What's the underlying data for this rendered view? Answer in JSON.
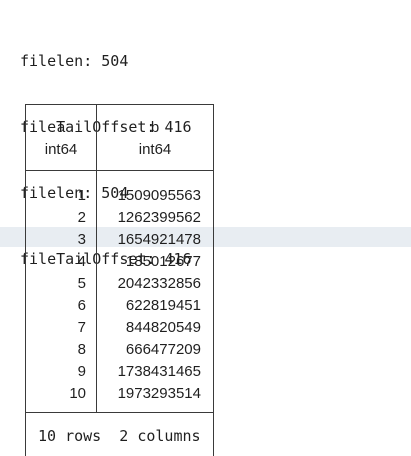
{
  "log_lines": [
    "filelen: 504",
    "fileTailOffset: 416",
    "filelen: 504",
    "fileTailOffset: 416"
  ],
  "table": {
    "columns": [
      {
        "name": "a",
        "type": "int64"
      },
      {
        "name": "b",
        "type": "int64"
      }
    ],
    "rows": [
      [
        "1",
        "1509095563"
      ],
      [
        "2",
        "1262399562"
      ],
      [
        "3",
        "1654921478"
      ],
      [
        "4",
        "185012677"
      ],
      [
        "5",
        "2042332856"
      ],
      [
        "6",
        "622819451"
      ],
      [
        "7",
        "844820549"
      ],
      [
        "8",
        "666477209"
      ],
      [
        "9",
        "1738431465"
      ],
      [
        "10",
        "1973293514"
      ]
    ],
    "highlighted_row_index": 2,
    "footer": {
      "rows_label": "10 rows",
      "columns_label": "2 columns"
    }
  },
  "colors": {
    "highlight": "#e8edf2",
    "border": "#3a3a3a",
    "text": "#1f1f1f"
  }
}
